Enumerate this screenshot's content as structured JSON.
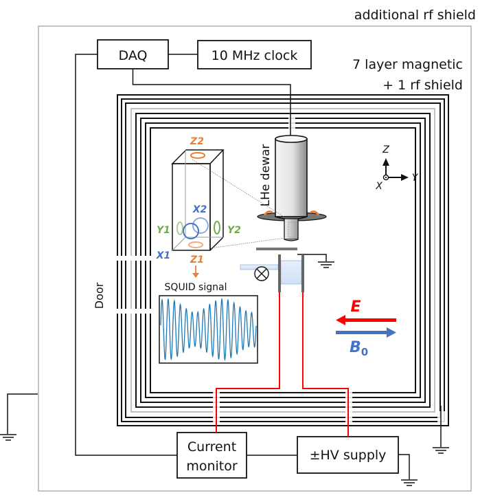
{
  "labels": {
    "additional_rf_shield": "additional rf shield",
    "magnetic_shield_line1": "7 layer magnetic",
    "magnetic_shield_line2": "+ 1 rf shield",
    "door": "Door",
    "lhe_dewar": "LHe dewar",
    "squid_signal": "SQUID signal"
  },
  "boxes": {
    "daq": "DAQ",
    "clock": "10 MHz clock",
    "current_monitor_line1": "Current",
    "current_monitor_line2": "monitor",
    "hv_supply": "±HV supply"
  },
  "coils": {
    "z2": "Z2",
    "z1": "Z1",
    "x1": "X1",
    "x2": "X2",
    "y1": "Y1",
    "y2": "Y2"
  },
  "axes": {
    "z": "Z",
    "y": "Y",
    "x": "X"
  },
  "fields": {
    "e_label": "E",
    "b_label": "B",
    "b_subscript": "0"
  },
  "colors": {
    "z_coil": "#ed7d31",
    "x_coil": "#4472c4",
    "y_coil": "#70ad47",
    "e_field": "#ff0000",
    "b_field": "#4472c4",
    "hv_wire": "#ff0000",
    "squid_trace": "#1f77b4",
    "rf_shield": "#c0c0c0"
  }
}
